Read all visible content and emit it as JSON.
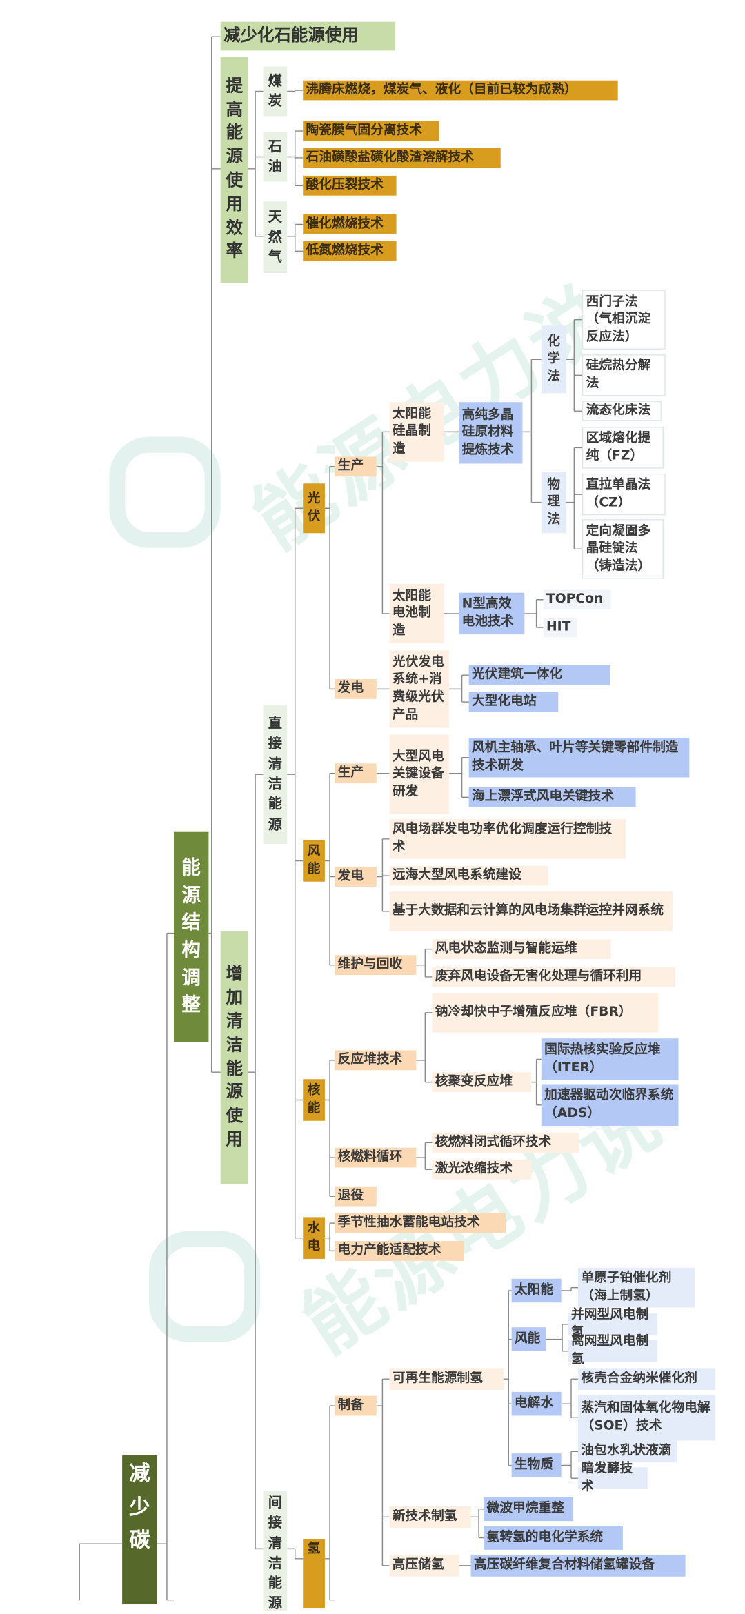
{
  "watermark": {
    "text": "能源电力说",
    "logo_icon": "e-circle-logo"
  },
  "colors": {
    "dark_green": "#56692b",
    "mid_green": "#6e8a3a",
    "light_green": "#c8dcaa",
    "pale_green": "#e9f1e5",
    "gold": "#d89c1f",
    "peach": "#fbd9b5",
    "light_peach": "#fdf0e3",
    "blue": "#b3c8f4",
    "light_blue": "#e4ecf9"
  },
  "root": "减少碳",
  "fossil": {
    "title": "减少化石能源使用",
    "efficiency": "提高能源使用效率",
    "coal": {
      "label": "煤炭",
      "items": [
        "沸腾床燃烧，煤炭气、液化（目前已较为成熟）"
      ]
    },
    "oil": {
      "label": "石油",
      "items": [
        "陶瓷膜气固分离技术",
        "石油磺酸盐磺化酸渣溶解技术",
        "酸化压裂技术"
      ]
    },
    "gas": {
      "label": "天然气",
      "items": [
        "催化燃烧技术",
        "低氮燃烧技术"
      ]
    }
  },
  "structure": {
    "title": "能源结构调整",
    "clean": "增加清洁能源使用",
    "direct": "直接清洁能源",
    "indirect": "间接清洁能源",
    "pv": {
      "label": "光伏",
      "production": "生产",
      "silicon": "太阳能硅晶制造",
      "polysilicon": "高纯多晶硅原材料提炼技术",
      "chemical": "化学法",
      "chemical_items": [
        "西门子法（气相沉淀反应法）",
        "硅烷热分解法",
        "流态化床法"
      ],
      "physical": "物理法",
      "physical_items": [
        "区域熔化提纯（FZ）",
        "直拉单晶法（CZ）",
        "定向凝固多晶硅锭法（铸造法）"
      ],
      "cell": "太阳能电池制造",
      "ntype": "N型高效电池技术",
      "ntype_items": [
        "TOPCon",
        "HIT"
      ],
      "generation": "发电",
      "system": "光伏发电系统+消费级光伏产品",
      "system_items": [
        "光伏建筑一体化",
        "大型化电站"
      ]
    },
    "wind": {
      "label": "风能",
      "production": "生产",
      "equipment": "大型风电关键设备研发",
      "equipment_items": [
        "风机主轴承、叶片等关键零部件制造技术研发",
        "海上漂浮式风电关键技术"
      ],
      "generation": "发电",
      "generation_items": [
        "风电场群发电功率优化调度运行控制技术",
        "远海大型风电系统建设",
        "基于大数据和云计算的风电场集群运控并网系统"
      ],
      "maintenance": "维护与回收",
      "maintenance_items": [
        "风电状态监测与智能运维",
        "废弃风电设备无害化处理与循环利用"
      ]
    },
    "nuclear": {
      "label": "核能",
      "reactor": "反应堆技术",
      "fbr": "钠冷却快中子增殖反应堆（FBR）",
      "fusion": "核聚变反应堆",
      "fusion_items": [
        "国际热核实验反应堆（ITER）",
        "加速器驱动次临界系统（ADS）"
      ],
      "fuel": "核燃料循环",
      "fuel_items": [
        "核燃料闭式循环技术",
        "激光浓缩技术"
      ],
      "decommission": "退役"
    },
    "hydro": {
      "label": "水电",
      "items": [
        "季节性抽水蓄能电站技术",
        "电力产能适配技术"
      ]
    },
    "hydrogen": {
      "label": "氢",
      "prep": "制备",
      "renewable": "可再生能源制氢",
      "solar": "太阳能",
      "solar_items": [
        "单原子铂催化剂（海上制氢）"
      ],
      "wind": "风能",
      "wind_items": [
        "并网型风电制氢",
        "离网型风电制氢"
      ],
      "electrolysis": "电解水",
      "electrolysis_items": [
        "核壳合金纳米催化剂",
        "蒸汽和固体氧化物电解（SOE）技术"
      ],
      "biomass": "生物质",
      "biomass_items": [
        "油包水乳状液滴",
        "暗发酵技术"
      ],
      "newtech": "新技术制氢",
      "newtech_items": [
        "微波甲烷重整",
        "氨转氢的电化学系统"
      ],
      "storage": "高压储氢",
      "storage_items": [
        "高压碳纤维复合材料储氢罐设备"
      ]
    }
  }
}
